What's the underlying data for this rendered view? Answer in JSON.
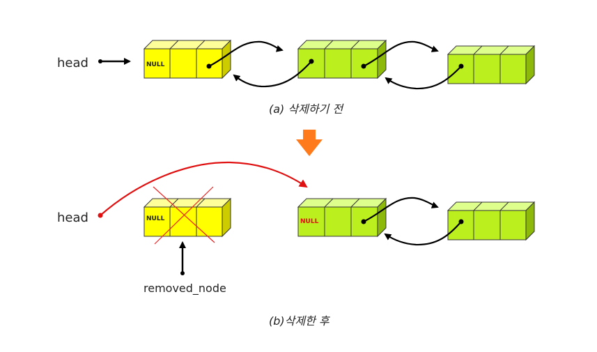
{
  "colors": {
    "yellow_front": "#ffff00",
    "yellow_top": "#ffff99",
    "yellow_side": "#cccc00",
    "green_front": "#bbf01e",
    "green_top": "#dfff8c",
    "green_side": "#8cb90a",
    "arrow_black": "#000000",
    "arrow_red": "#e01010",
    "down_arrow": "#ff7a1a",
    "cross_red": "#ee2222"
  },
  "icons": {
    "transition": "down-arrow-icon",
    "delete_mark": "cross-icon"
  },
  "before": {
    "head_label": "head",
    "caption": "(a) 삭제하기 전",
    "nodes": [
      {
        "cell_text": "NULL",
        "color": "yellow"
      },
      {
        "cell_text": "",
        "color": "green"
      },
      {
        "cell_text": "",
        "color": "green"
      }
    ]
  },
  "after": {
    "head_label": "head",
    "caption": "(b)삭제한 후",
    "removed_label": "removed_node",
    "nodes": [
      {
        "cell_text": "NULL",
        "color": "yellow",
        "removed": true
      },
      {
        "cell_text": "NULL",
        "color": "green",
        "text_color": "red"
      },
      {
        "cell_text": "",
        "color": "green"
      }
    ]
  }
}
